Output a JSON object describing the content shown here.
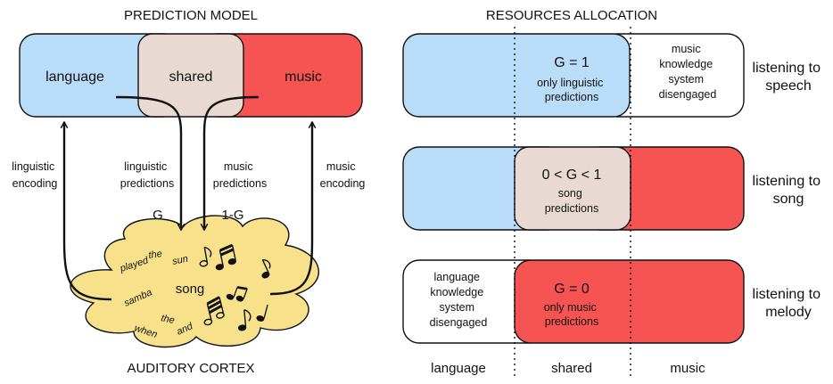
{
  "left_panel": {
    "title": "PREDICTION MODEL",
    "bottom_title": "AUDITORY CORTEX",
    "segments": {
      "language": "language",
      "shared": "shared",
      "music": "music"
    },
    "arrows": {
      "linguistic_encoding": [
        "linguistic",
        "encoding"
      ],
      "linguistic_predictions": [
        "linguistic",
        "predictions"
      ],
      "music_predictions": [
        "music",
        "predictions"
      ],
      "music_encoding": [
        "music",
        "encoding"
      ],
      "gain_left": "G",
      "gain_right": "1-G"
    },
    "cloud": {
      "center_word": "song",
      "words": [
        "the",
        "sun",
        "played",
        "samba",
        "the",
        "when",
        "and"
      ],
      "note_icons": [
        "eighth-note",
        "beamed-notes",
        "eighth-note",
        "beamed-notes",
        "beamed-notes",
        "eighth-note"
      ]
    }
  },
  "right_panel": {
    "title": "RESOURCES ALLOCATION",
    "rows": [
      {
        "state": [
          "listening to",
          "speech"
        ],
        "gain_label": "G = 1",
        "gain_desc": [
          "only linguistic",
          "predictions"
        ],
        "off_text": [
          "music",
          "knowledge",
          "system",
          "disengaged"
        ]
      },
      {
        "state": [
          "listening to",
          "song"
        ],
        "gain_label": "0 < G < 1",
        "gain_desc": [
          "song",
          "predictions"
        ]
      },
      {
        "state": [
          "listening to",
          "melody"
        ],
        "gain_label": "G = 0",
        "gain_desc": [
          "only music",
          "predictions"
        ],
        "off_text": [
          "language",
          "knowledge",
          "system",
          "disengaged"
        ]
      }
    ],
    "footer": [
      "language",
      "shared",
      "music"
    ]
  },
  "colors": {
    "language": "#b9dcf8",
    "shared": "#e8d9d3",
    "music": "#f65353",
    "cloud": "#f7e18a",
    "outline": "#111111"
  }
}
